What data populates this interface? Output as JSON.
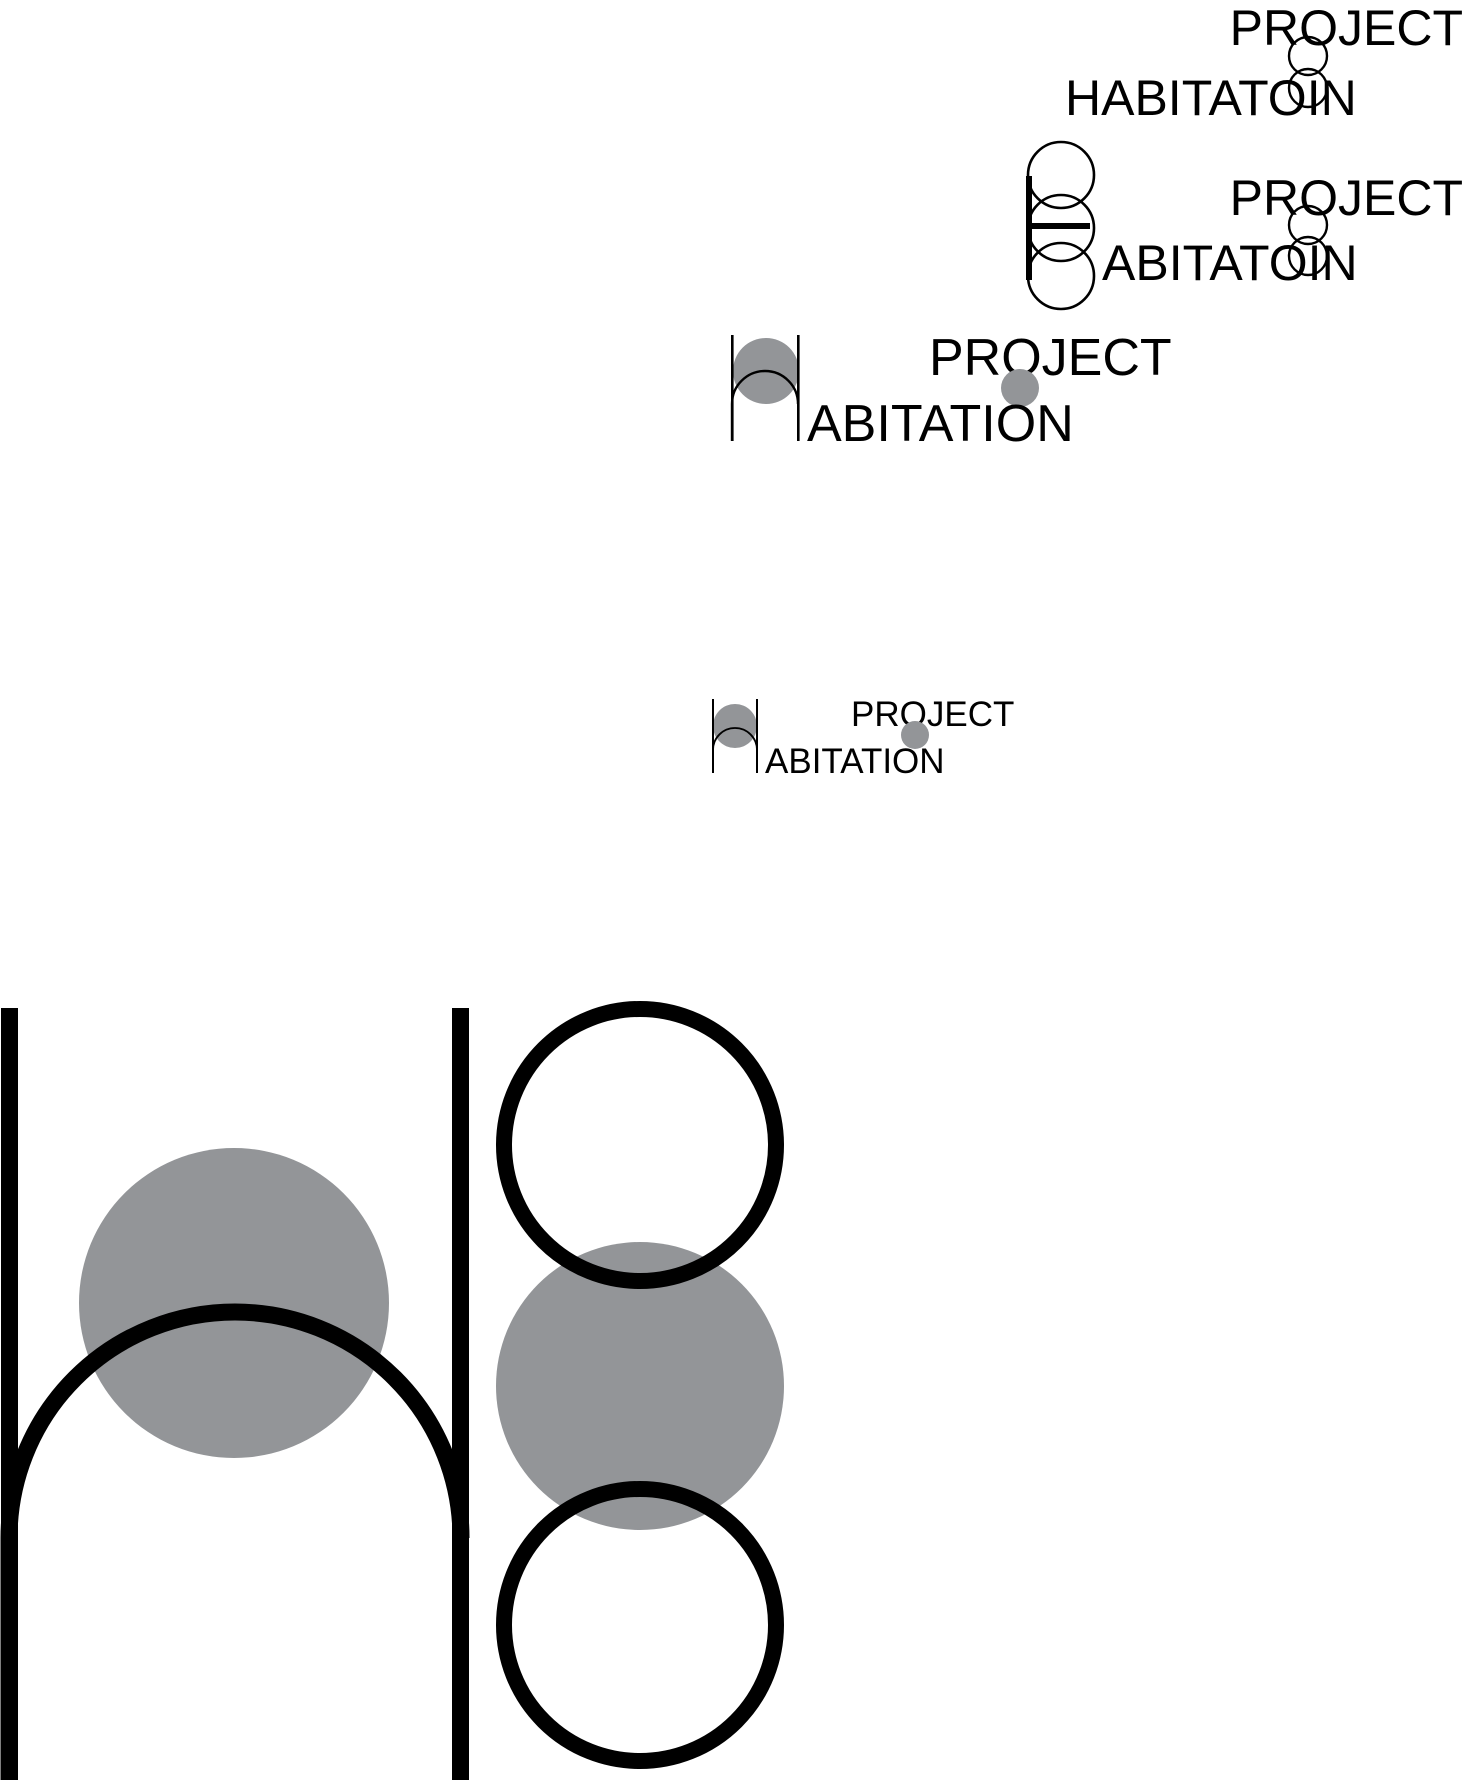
{
  "colors": {
    "background": "#ffffff",
    "ink": "#000000",
    "accent_gray": "#939598"
  },
  "logo_variants": [
    {
      "id": "variant-1",
      "style": "text-only with small linked circles between lines",
      "line1": "PROJECT",
      "line2": "HABITATOIN"
    },
    {
      "id": "variant-2",
      "style": "outlined monogram H with stacked circles",
      "line1": "PROJECT",
      "line2_rest": "ABITATOIN"
    },
    {
      "id": "variant-3",
      "style": "arched H monogram with gray fill and gray dot",
      "line1": "PROJECT",
      "line2_rest": "ABITATION"
    },
    {
      "id": "variant-4",
      "style": "small arched H monogram with gray fill and gray dot",
      "line1": "PROJECT",
      "line2_rest": "ABITATION"
    }
  ],
  "large_mark": {
    "style": "large monogram: arched h plus three stacked circles, middle circle filled gray",
    "icons": [
      "arched-h-icon",
      "top-ring-icon",
      "middle-gray-disc-icon",
      "bottom-ring-icon"
    ]
  }
}
